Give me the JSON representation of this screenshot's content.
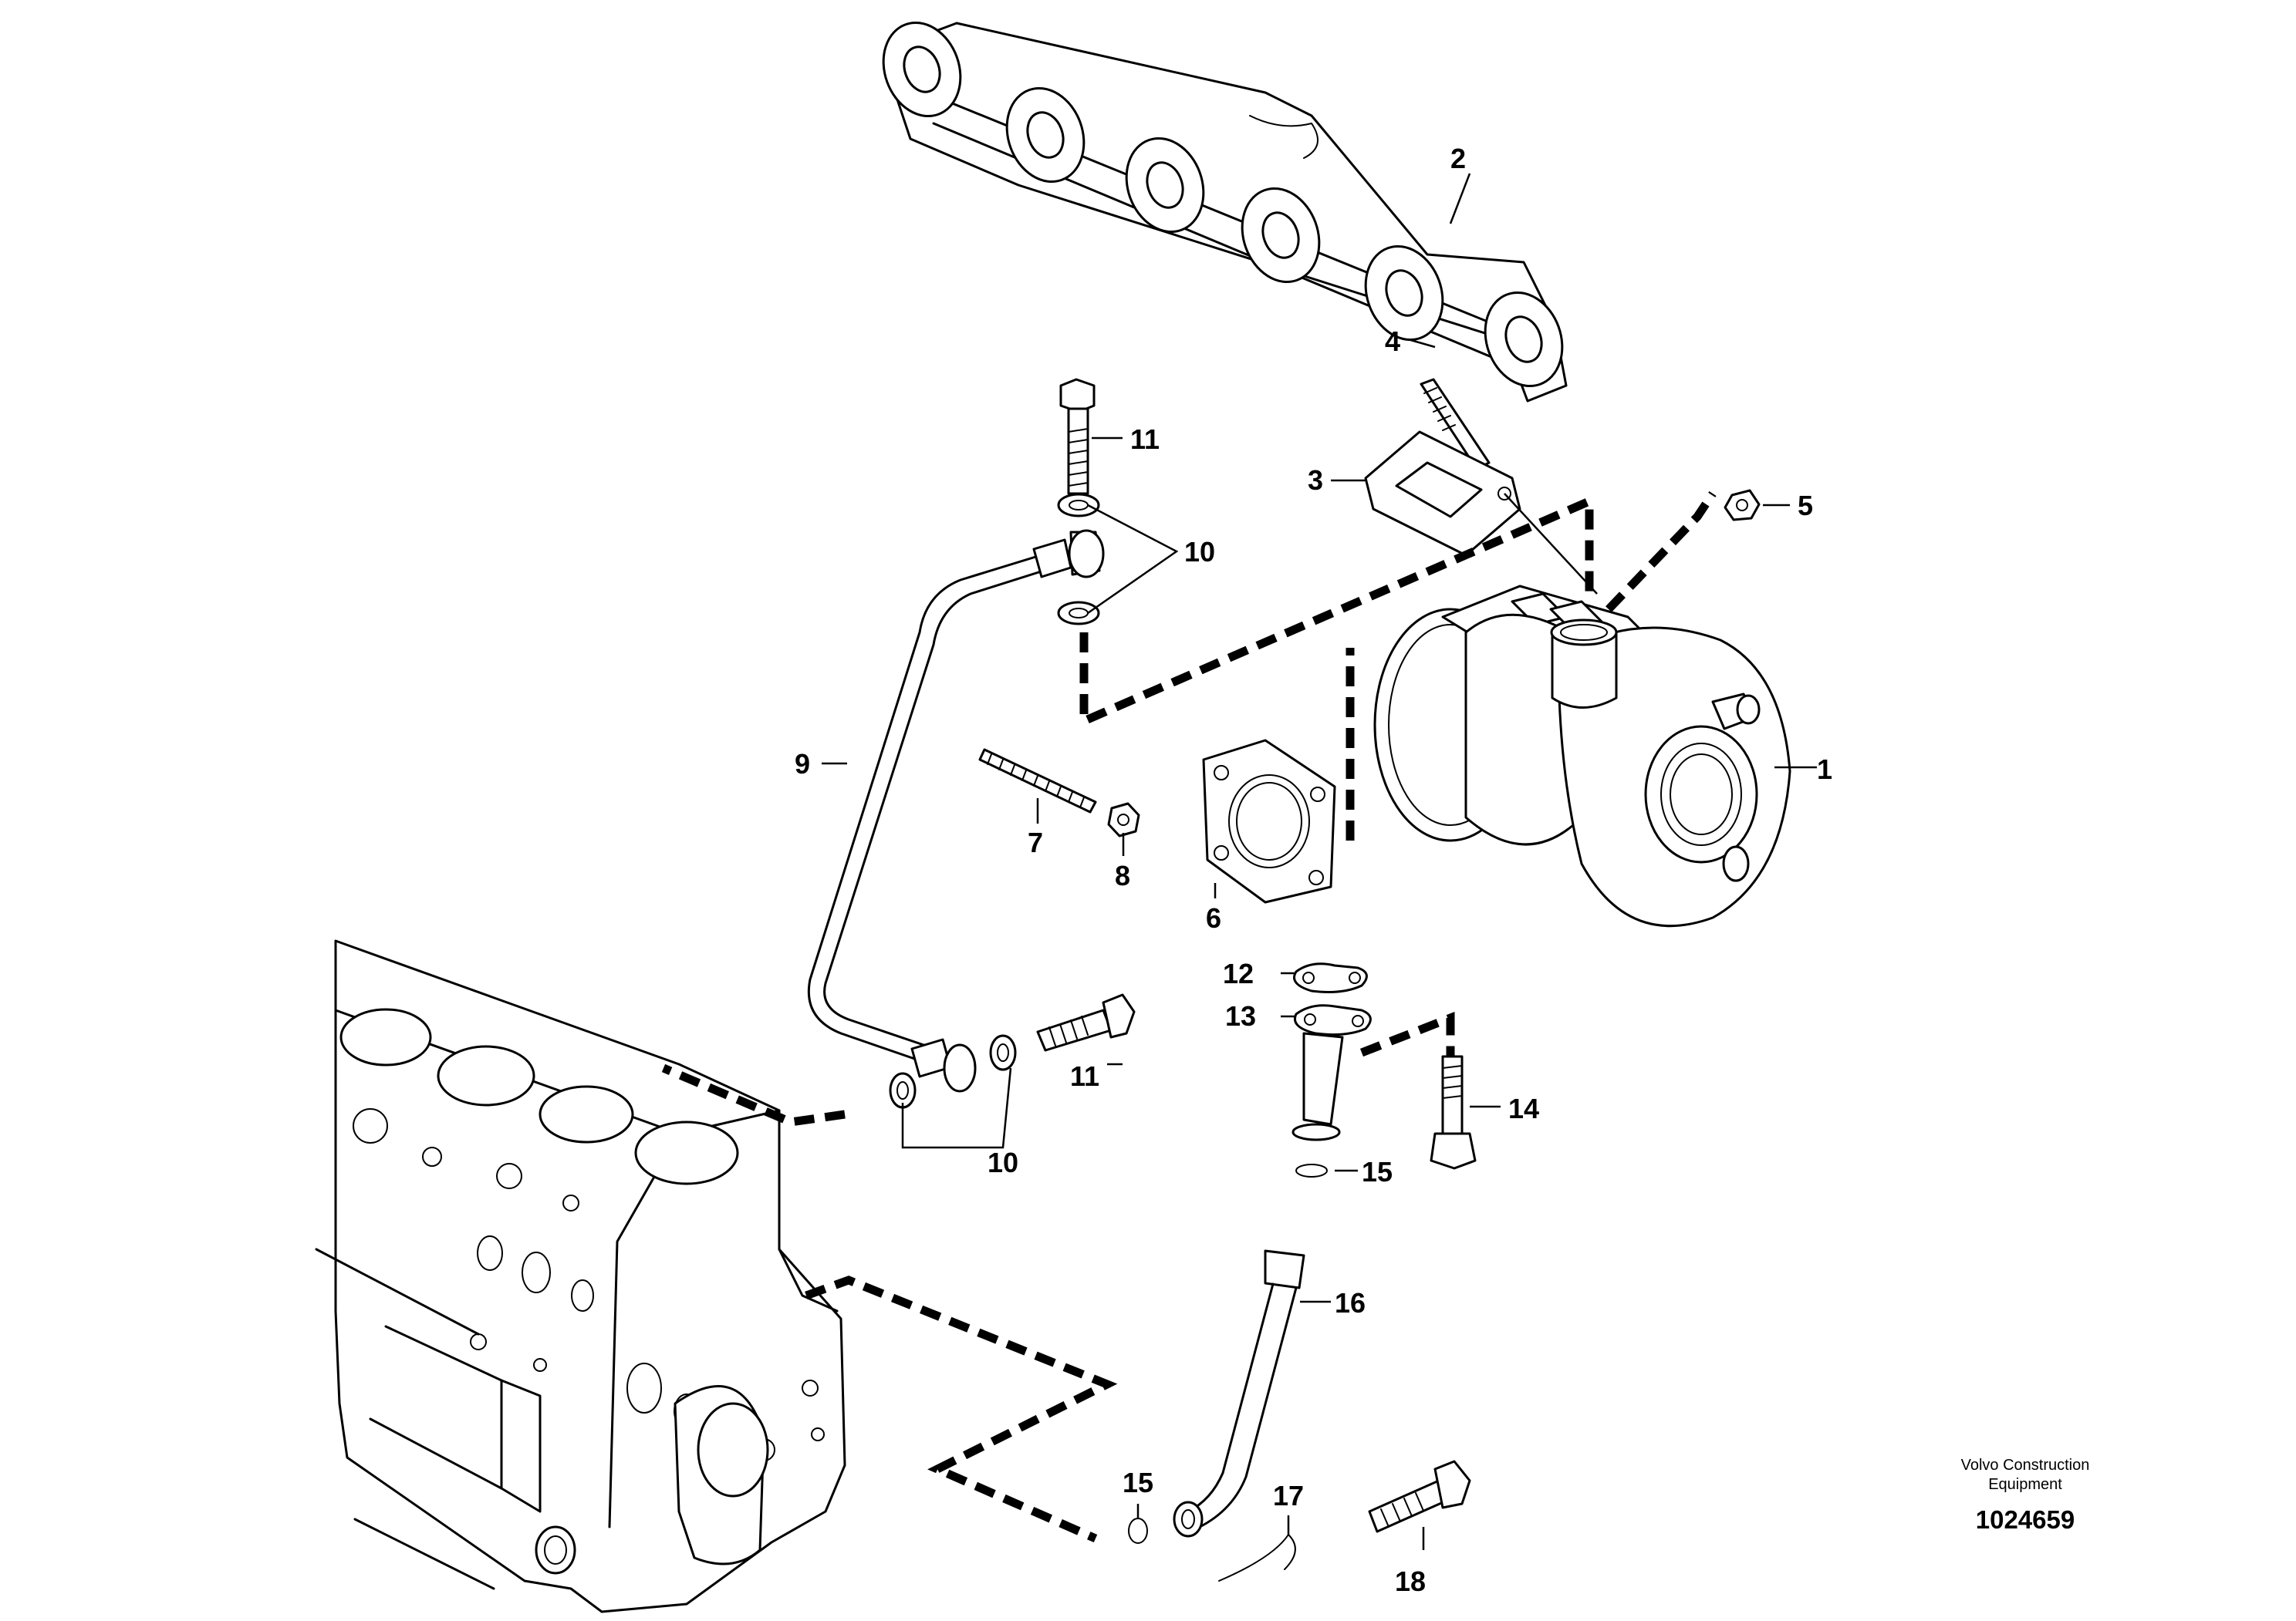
{
  "callouts": {
    "c1": "1",
    "c2": "2",
    "c3": "3",
    "c4": "4",
    "c5": "5",
    "c6": "6",
    "c7": "7",
    "c8": "8",
    "c9": "9",
    "c10a": "10",
    "c10b": "10",
    "c11a": "11",
    "c11b": "11",
    "c12": "12",
    "c13": "13",
    "c14": "14",
    "c15a": "15",
    "c15b": "15",
    "c16": "16",
    "c17": "17",
    "c18": "18"
  },
  "credit": {
    "line1": "Volvo Construction",
    "line2": "Equipment",
    "document_number": "1024659"
  },
  "colors": {
    "ink": "#000000",
    "paper": "#ffffff"
  }
}
